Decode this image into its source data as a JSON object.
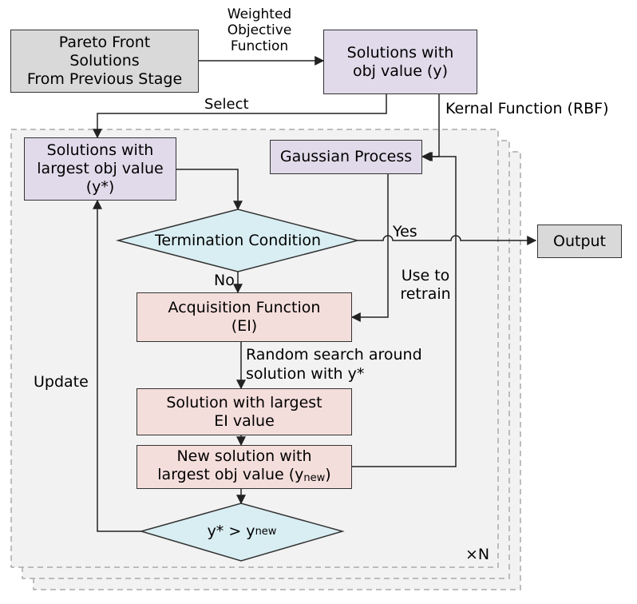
{
  "nodes": {
    "pareto": [
      "Pareto Front",
      "Solutions",
      "From Previous Stage"
    ],
    "solutions_obj": [
      "Solutions with",
      "obj value (y)"
    ],
    "largest": [
      "Solutions with",
      "largest obj value",
      "(y*)"
    ],
    "gp": "Gaussian Process",
    "termination": "Termination Condition",
    "output": "Output",
    "acquisition": [
      "Acquisition Function",
      "(EI)"
    ],
    "largest_ei": [
      "Solution with largest",
      "EI value"
    ],
    "new_solution": {
      "line1": "New solution with",
      "line2_prefix": "largest obj value (y",
      "line2_sub": "new",
      "line2_suffix": ")"
    },
    "compare": {
      "prefix": "y* > y",
      "sub": "new"
    }
  },
  "labels": {
    "weighted": [
      "Weighted",
      "Objective",
      "Function"
    ],
    "select": "Select",
    "kernel": "Kernal Function (RBF)",
    "yes": "Yes",
    "no": "No",
    "retrain": [
      "Use to",
      "retrain"
    ],
    "random_search": [
      "Random search around",
      "solution with y*"
    ],
    "update": "Update",
    "repeat": "×N"
  },
  "colors": {
    "gray_box": "#d9d9d9",
    "purple_box": "#e0daea",
    "pink_box": "#f4dedb",
    "diamond": "#d9eef3",
    "panel": "#f2f2f2"
  }
}
